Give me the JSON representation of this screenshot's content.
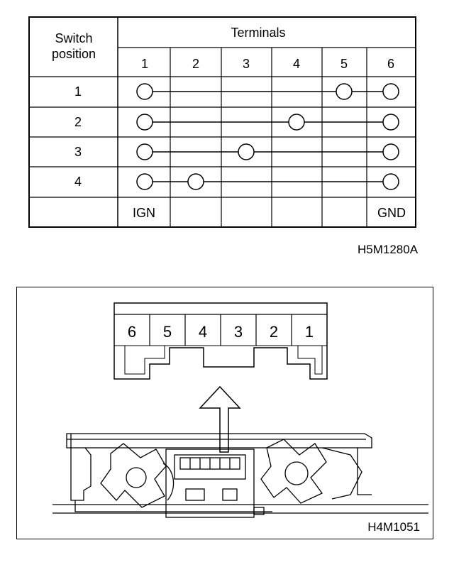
{
  "table": {
    "header_switch_line1": "Switch",
    "header_switch_line2": "position",
    "header_terminals": "Terminals",
    "terminals": [
      "1",
      "2",
      "3",
      "4",
      "5",
      "6"
    ],
    "positions": [
      {
        "label": "1",
        "connected_terminals": [
          1,
          5,
          6
        ]
      },
      {
        "label": "2",
        "connected_terminals": [
          1,
          4,
          6
        ]
      },
      {
        "label": "3",
        "connected_terminals": [
          1,
          3,
          6
        ]
      },
      {
        "label": "4",
        "connected_terminals": [
          1,
          2,
          6
        ]
      }
    ],
    "footer_ign": "IGN",
    "footer_gnd": "GND"
  },
  "figure_code_1": "H5M1280A",
  "connector": {
    "pins": [
      "6",
      "5",
      "4",
      "3",
      "2",
      "1"
    ],
    "figure_code_2": "H4M1051"
  }
}
